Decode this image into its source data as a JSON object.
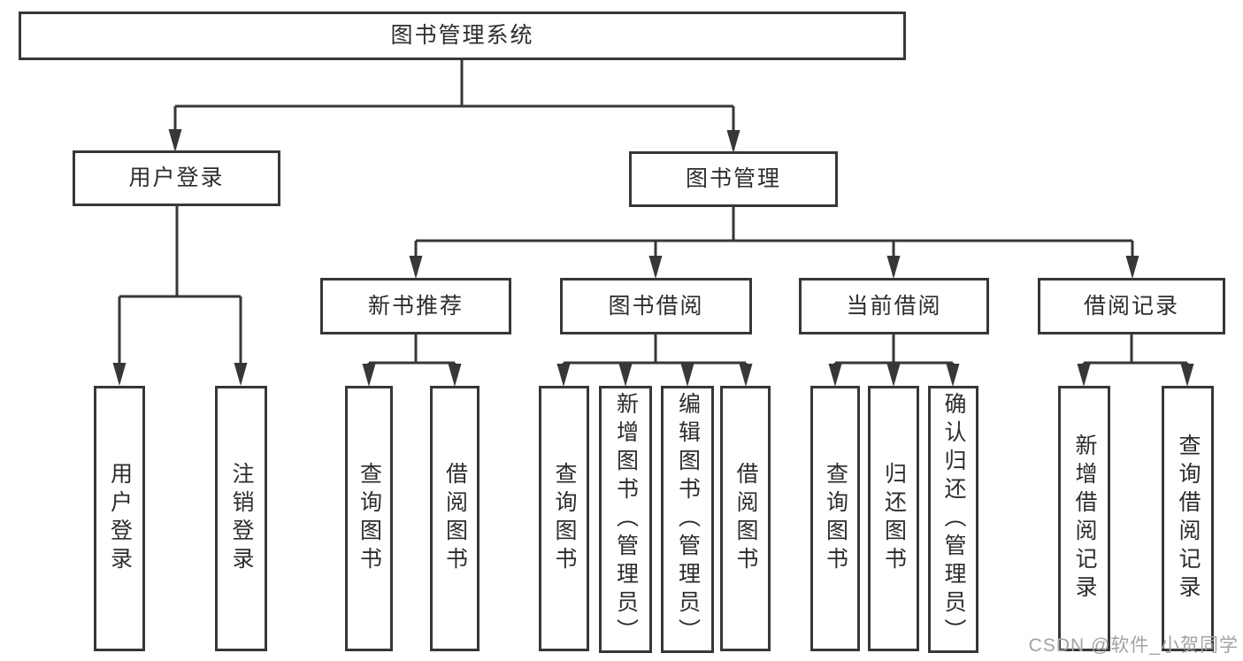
{
  "diagram": {
    "type": "hierarchy-chart",
    "root": {
      "label": "图书管理系统"
    },
    "branches": [
      {
        "id": "user-login",
        "label": "用户登录"
      },
      {
        "id": "book-management",
        "label": "图书管理"
      }
    ],
    "modules": [
      {
        "id": "new-book-recommend",
        "parent": "book-management",
        "label": "新书推荐"
      },
      {
        "id": "book-borrowing",
        "parent": "book-management",
        "label": "图书借阅"
      },
      {
        "id": "current-borrowing",
        "parent": "book-management",
        "label": "当前借阅"
      },
      {
        "id": "borrowing-records",
        "parent": "book-management",
        "label": "借阅记录"
      }
    ],
    "leaves": [
      {
        "parent": "user-login",
        "label": "用户登录"
      },
      {
        "parent": "user-login",
        "label": "注销登录"
      },
      {
        "parent": "new-book-recommend",
        "label": "查询图书"
      },
      {
        "parent": "new-book-recommend",
        "label": "借阅图书"
      },
      {
        "parent": "book-borrowing",
        "label": "查询图书"
      },
      {
        "parent": "book-borrowing",
        "label": "新增图书（管理员）"
      },
      {
        "parent": "book-borrowing",
        "label": "编辑图书（管理员）"
      },
      {
        "parent": "book-borrowing",
        "label": "借阅图书"
      },
      {
        "parent": "current-borrowing",
        "label": "查询图书"
      },
      {
        "parent": "current-borrowing",
        "label": "归还图书"
      },
      {
        "parent": "current-borrowing",
        "label": "确认归还（管理员）"
      },
      {
        "parent": "borrowing-records",
        "label": "新增借阅记录"
      },
      {
        "parent": "borrowing-records",
        "label": "查询借阅记录"
      }
    ]
  },
  "watermark": {
    "text": "CSDN @软件_小贺同学"
  },
  "colors": {
    "line": "#373737",
    "text": "#2d2d2d",
    "watermark": "#a3a3a3",
    "background": "#ffffff"
  }
}
